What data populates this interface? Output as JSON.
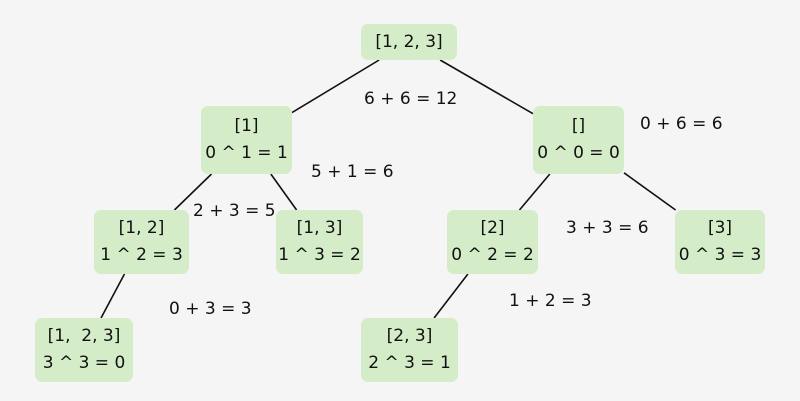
{
  "nodes": {
    "root": {
      "set": "[1, 2, 3]"
    },
    "l": {
      "set": "[1]",
      "calc": "0 ^ 1 = 1"
    },
    "r": {
      "set": "[]",
      "calc": "0 ^ 0 = 0"
    },
    "ll": {
      "set": "[1, 2]",
      "calc": "1 ^ 2 = 3"
    },
    "lr": {
      "set": "[1, 3]",
      "calc": "1 ^ 3 = 2"
    },
    "rl": {
      "set": "[2]",
      "calc": "0 ^ 2 = 2"
    },
    "rr": {
      "set": "[3]",
      "calc": "0 ^ 3 = 3"
    },
    "lll": {
      "set": "[1,  2, 3]",
      "calc": "3 ^ 3 = 0"
    },
    "rll": {
      "set": "[2, 3]",
      "calc": "2 ^ 3 = 1"
    }
  },
  "sums": {
    "root": "6 + 6 = 12",
    "r": "0 + 6 = 6",
    "l": "5 + 1 = 6",
    "ll": "2 + 3 = 5",
    "rl": "3 + 3 = 6",
    "lll": "0 + 3 = 3",
    "rll": "1 + 2 = 3"
  },
  "edges": [
    [
      "root",
      "l"
    ],
    [
      "root",
      "r"
    ],
    [
      "l",
      "ll"
    ],
    [
      "l",
      "lr"
    ],
    [
      "r",
      "rl"
    ],
    [
      "r",
      "rr"
    ],
    [
      "ll",
      "lll"
    ],
    [
      "rl",
      "rll"
    ]
  ],
  "colors": {
    "node_fill": "#d5ecc8",
    "edge": "#111111",
    "background": "#f5f5f5"
  }
}
